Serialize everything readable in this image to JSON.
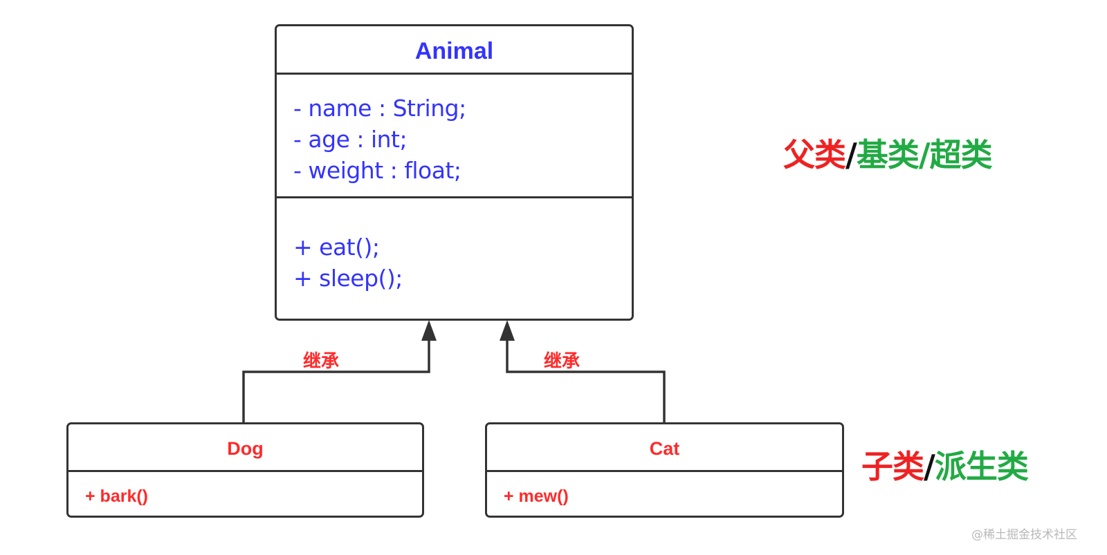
{
  "classes": {
    "animal": {
      "name": "Animal",
      "attributes": [
        "- name : String;",
        "- age : int;",
        "- weight : float;"
      ],
      "methods": [
        "+ eat();",
        "+ sleep();"
      ]
    },
    "dog": {
      "name": "Dog",
      "methods": [
        "+ bark()"
      ]
    },
    "cat": {
      "name": "Cat",
      "methods": [
        "+ mew()"
      ]
    }
  },
  "relations": {
    "dog_label": "继承",
    "cat_label": "继承"
  },
  "roles": {
    "parent": {
      "part1": "父类",
      "sep1": "/",
      "part2": "基类",
      "sep2": "/",
      "part3": "超类"
    },
    "child": {
      "part1": "子类",
      "sep1": "/",
      "part2": "派生类"
    }
  },
  "watermark": "@稀土掘金技术社区",
  "colors": {
    "member_blue": "#3333ff",
    "relation_red": "#ff2a2a",
    "role_red": "#ee2222",
    "role_green": "#22aa44",
    "line": "#333333"
  }
}
